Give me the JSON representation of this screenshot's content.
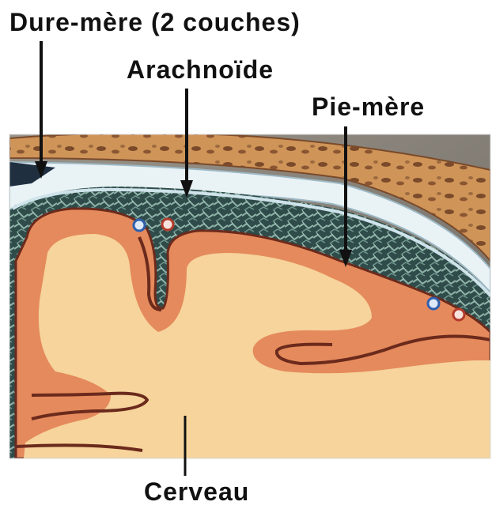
{
  "labels": {
    "dura": "Dure-mère (2 couches)",
    "arachnoid": "Arachnoïde",
    "pia": "Pie-mère",
    "brain": "Cerveau"
  },
  "colors": {
    "skull_bone": "#c88a52",
    "skull_gray": "#8a847a",
    "dura_band": "#e6f0f4",
    "subarachnoid": "#3a5a58",
    "cortex": "#e58a5c",
    "white_matter": "#f6d29a",
    "pia_line": "#6b2a1c",
    "vessel_blue": "#2f5fae",
    "vessel_red": "#b33a2a"
  }
}
